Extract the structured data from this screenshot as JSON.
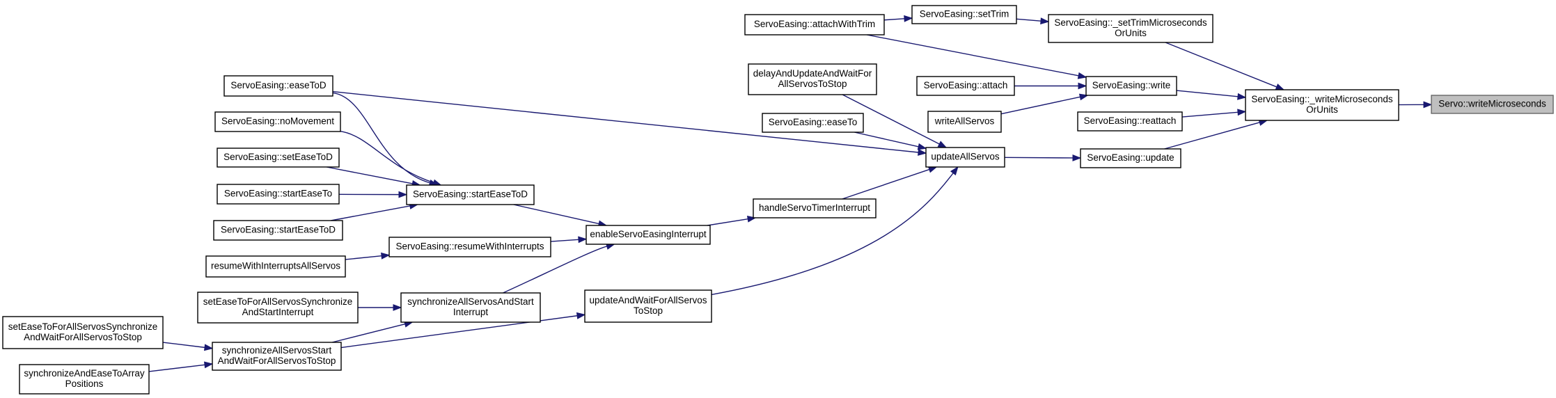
{
  "colors": {
    "edge": "#191970",
    "node_border": "#000000",
    "root_fill": "#bfbfbf",
    "root_border": "#666666",
    "background": "#ffffff"
  },
  "nodes": {
    "servo_writeMicroseconds": [
      "Servo::writeMicroseconds"
    ],
    "se_writeMicrosecondsOrUnits": [
      "ServoEasing::_writeMicroseconds",
      "OrUnits"
    ],
    "se_setTrimMicrosecondsOrUnits": [
      "ServoEasing::_setTrimMicroseconds",
      "OrUnits"
    ],
    "se_setTrim": [
      "ServoEasing::setTrim"
    ],
    "se_attachWithTrim": [
      "ServoEasing::attachWithTrim"
    ],
    "se_write": [
      "ServoEasing::write"
    ],
    "se_attach": [
      "ServoEasing::attach"
    ],
    "writeAllServos": [
      "writeAllServos"
    ],
    "se_reattach": [
      "ServoEasing::reattach"
    ],
    "se_update": [
      "ServoEasing::update"
    ],
    "updateAllServos": [
      "updateAllServos"
    ],
    "delayAndUpdateAndWaitForAllServosToStop": [
      "delayAndUpdateAndWaitFor",
      "AllServosToStop"
    ],
    "se_easeTo": [
      "ServoEasing::easeTo"
    ],
    "handleServoTimerInterrupt": [
      "handleServoTimerInterrupt"
    ],
    "enableServoEasingInterrupt": [
      "enableServoEasingInterrupt"
    ],
    "updateAndWaitForAllServosToStop": [
      "updateAndWaitForAllServos",
      "ToStop"
    ],
    "se_startEaseToD_mid": [
      "ServoEasing::startEaseToD"
    ],
    "se_easeToD": [
      "ServoEasing::easeToD"
    ],
    "se_noMovement": [
      "ServoEasing::noMovement"
    ],
    "se_setEaseToD": [
      "ServoEasing::setEaseToD"
    ],
    "se_startEaseTo": [
      "ServoEasing::startEaseTo"
    ],
    "se_startEaseToD_left": [
      "ServoEasing::startEaseToD"
    ],
    "se_resumeWithInterrupts": [
      "ServoEasing::resumeWithInterrupts"
    ],
    "resumeWithInterruptsAllServos": [
      "resumeWithInterruptsAllServos"
    ],
    "synchronizeAllServosAndStartInterrupt": [
      "synchronizeAllServosAndStart",
      "Interrupt"
    ],
    "setEaseToForAllServosSynchronizeAndStartInterrupt": [
      "setEaseToForAllServosSynchronize",
      "AndStartInterrupt"
    ],
    "synchronizeAllServosStartAndWaitForAllServosToStop": [
      "synchronizeAllServosStart",
      "AndWaitForAllServosToStop"
    ],
    "setEaseToForAllServosSynchronizeAndWaitForAllServosToStop": [
      "setEaseToForAllServosSynchronize",
      "AndWaitForAllServosToStop"
    ],
    "synchronizeAndEaseToArrayPositions": [
      "synchronizeAndEaseToArray",
      "Positions"
    ]
  },
  "edges": [
    [
      "se_writeMicrosecondsOrUnits",
      "servo_writeMicroseconds"
    ],
    [
      "se_setTrimMicrosecondsOrUnits",
      "se_writeMicrosecondsOrUnits"
    ],
    [
      "se_write",
      "se_writeMicrosecondsOrUnits"
    ],
    [
      "se_reattach",
      "se_writeMicrosecondsOrUnits"
    ],
    [
      "se_update",
      "se_writeMicrosecondsOrUnits"
    ],
    [
      "se_setTrim",
      "se_setTrimMicrosecondsOrUnits"
    ],
    [
      "se_attachWithTrim",
      "se_setTrim"
    ],
    [
      "se_attachWithTrim",
      "se_write"
    ],
    [
      "se_attach",
      "se_write"
    ],
    [
      "writeAllServos",
      "se_write"
    ],
    [
      "updateAllServos",
      "se_update"
    ],
    [
      "se_easeToD",
      "updateAllServos"
    ],
    [
      "delayAndUpdateAndWaitForAllServosToStop",
      "updateAllServos"
    ],
    [
      "se_easeTo",
      "updateAllServos"
    ],
    [
      "handleServoTimerInterrupt",
      "updateAllServos"
    ],
    [
      "updateAndWaitForAllServosToStop",
      "updateAllServos"
    ],
    [
      "enableServoEasingInterrupt",
      "handleServoTimerInterrupt"
    ],
    [
      "se_startEaseToD_mid",
      "enableServoEasingInterrupt"
    ],
    [
      "se_resumeWithInterrupts",
      "enableServoEasingInterrupt"
    ],
    [
      "synchronizeAllServosAndStartInterrupt",
      "enableServoEasingInterrupt"
    ],
    [
      "se_easeToD",
      "se_startEaseToD_mid"
    ],
    [
      "se_noMovement",
      "se_startEaseToD_mid"
    ],
    [
      "se_setEaseToD",
      "se_startEaseToD_mid"
    ],
    [
      "se_startEaseTo",
      "se_startEaseToD_mid"
    ],
    [
      "se_startEaseToD_left",
      "se_startEaseToD_mid"
    ],
    [
      "resumeWithInterruptsAllServos",
      "se_resumeWithInterrupts"
    ],
    [
      "setEaseToForAllServosSynchronizeAndStartInterrupt",
      "synchronizeAllServosAndStartInterrupt"
    ],
    [
      "synchronizeAllServosStartAndWaitForAllServosToStop",
      "synchronizeAllServosAndStartInterrupt"
    ],
    [
      "synchronizeAllServosStartAndWaitForAllServosToStop",
      "updateAndWaitForAllServosToStop"
    ],
    [
      "setEaseToForAllServosSynchronizeAndWaitForAllServosToStop",
      "synchronizeAllServosStartAndWaitForAllServosToStop"
    ],
    [
      "synchronizeAndEaseToArrayPositions",
      "synchronizeAllServosStartAndWaitForAllServosToStop"
    ]
  ]
}
